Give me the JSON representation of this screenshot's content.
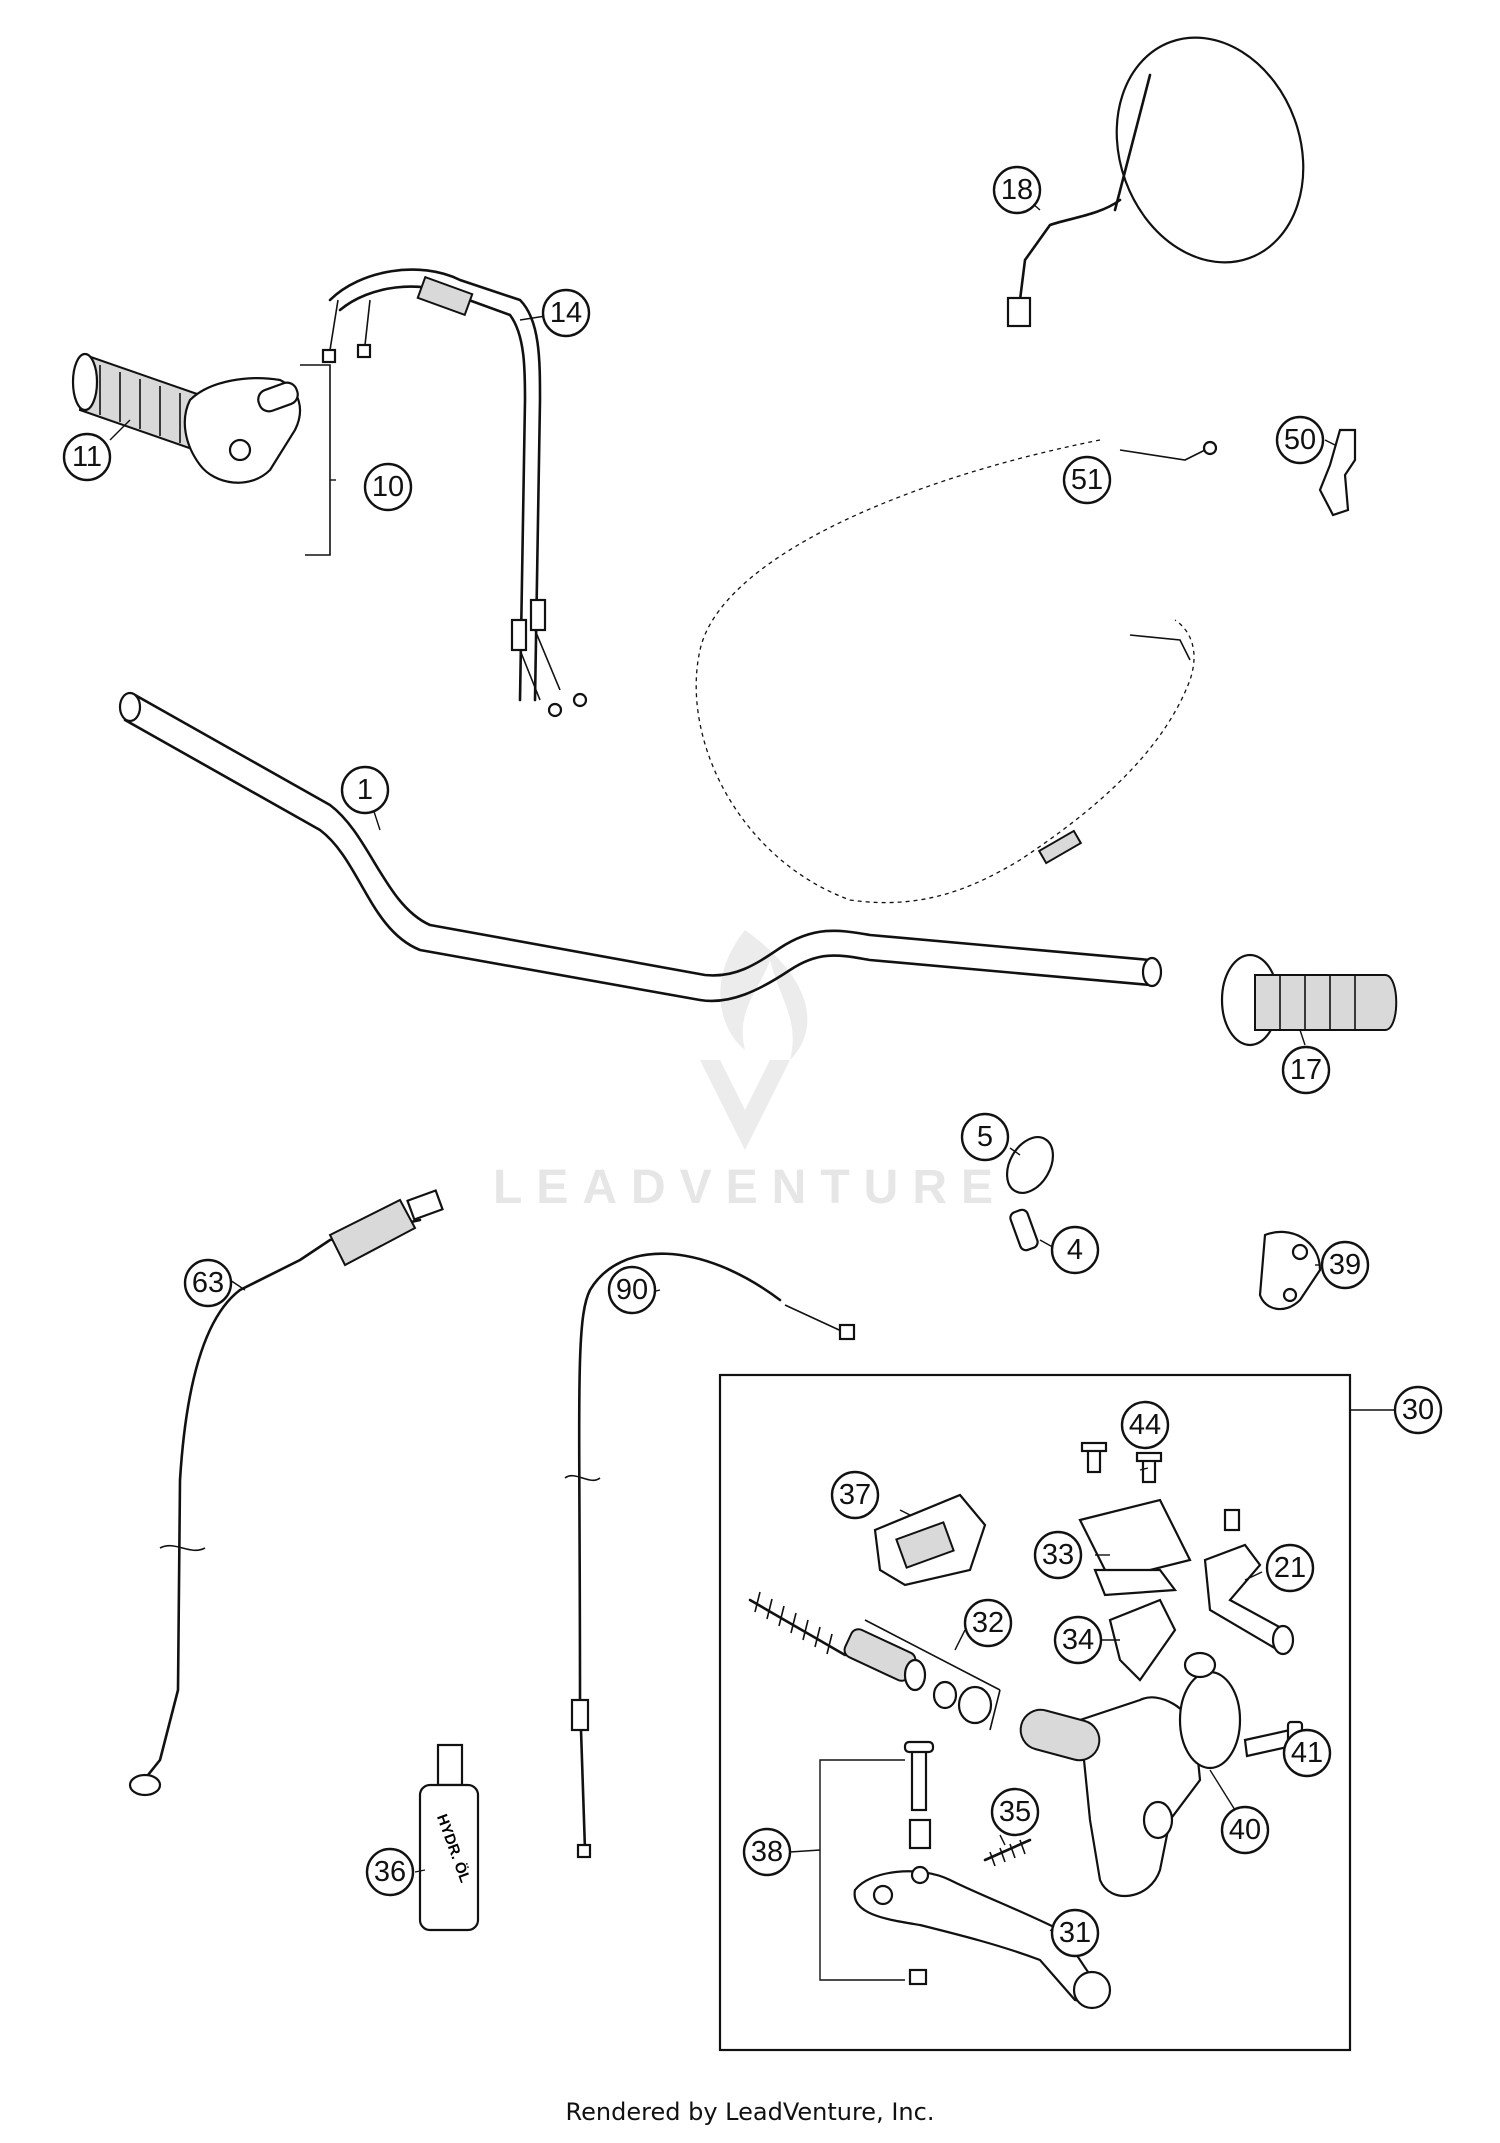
{
  "watermark": "LEADVENTURE",
  "footer": "Rendered by LeadVenture, Inc.",
  "parts": {
    "p1": "1",
    "p4": "4",
    "p5": "5",
    "p10": "10",
    "p11": "11",
    "p14": "14",
    "p17": "17",
    "p18": "18",
    "p21": "21",
    "p30": "30",
    "p31": "31",
    "p32": "32",
    "p33": "33",
    "p34": "34",
    "p35": "35",
    "p36": "36",
    "p37": "37",
    "p38": "38",
    "p39": "39",
    "p40": "40",
    "p41": "41",
    "p44": "44",
    "p50": "50",
    "p51": "51",
    "p63": "63",
    "p90": "90"
  },
  "bottle_text": "HYDR. ÖL",
  "colors": {
    "line": "#111111",
    "shade": "#d9d9d9",
    "watermark": "#e6e6e6"
  }
}
